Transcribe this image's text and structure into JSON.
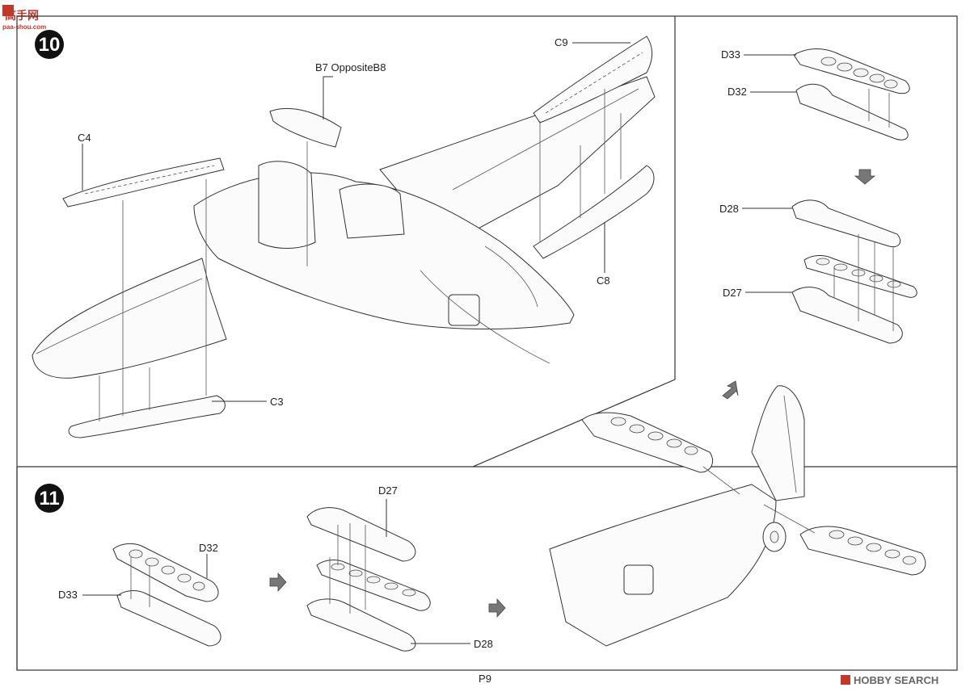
{
  "watermark_top": {
    "title": "高手网",
    "url": "paa-shou.com"
  },
  "watermark_bottom": {
    "text": "HOBBY SEARCH"
  },
  "page_number": "P9",
  "steps": [
    {
      "number": "10",
      "labels": {
        "c9": "C9",
        "b7": "B7 OppositeB8",
        "c4": "C4",
        "c8": "C8",
        "c3": "C3"
      }
    },
    {
      "number": "11",
      "labels": {
        "d32": "D32",
        "d33": "D33",
        "d27": "D27",
        "d28": "D28"
      }
    }
  ],
  "side_panel": {
    "labels": {
      "d33": "D33",
      "d32": "D32",
      "d28": "D28",
      "d27": "D27"
    }
  },
  "colors": {
    "ink": "#333333",
    "logo_red": "#c0392b",
    "logo_gray": "#666666"
  },
  "icons": [
    "arrow-right-icon",
    "arrow-down-icon",
    "arrow-down-left-icon"
  ]
}
